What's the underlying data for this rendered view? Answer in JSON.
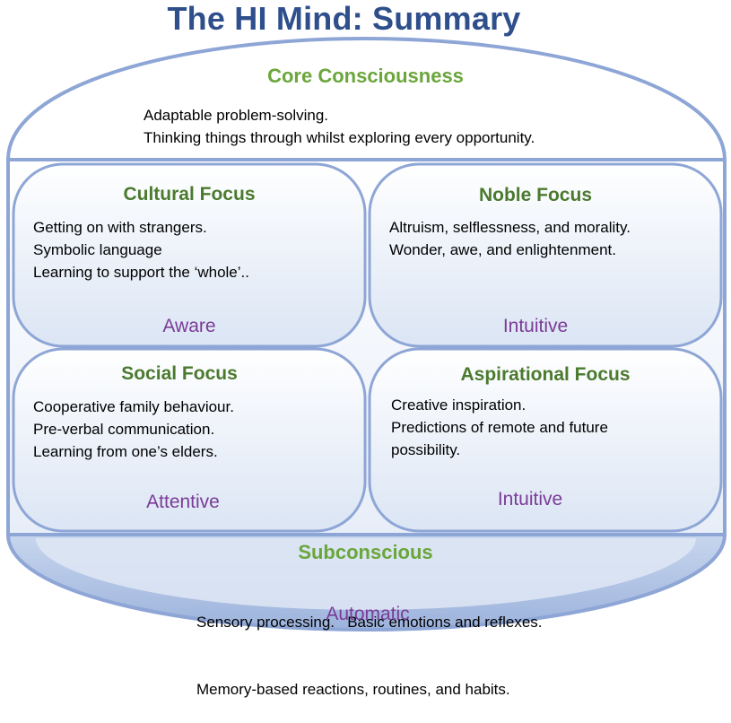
{
  "title": "The HI Mind: Summary",
  "core": {
    "heading": "Core Consciousness",
    "lines": [
      "Adaptable problem-solving.",
      "Thinking things through whilst exploring every opportunity."
    ]
  },
  "cultural": {
    "heading": "Cultural Focus",
    "lines": [
      "Getting on with strangers.",
      "Symbolic language",
      "Learning to support the ‘whole’.."
    ],
    "tag": "Aware"
  },
  "noble": {
    "heading": "Noble Focus",
    "lines": [
      "Altruism, selflessness, and morality.",
      "Wonder, awe, and enlightenment."
    ],
    "tag": "Intuitive"
  },
  "social": {
    "heading": "Social Focus",
    "lines": [
      "Cooperative family behaviour.",
      "Pre-verbal communication.",
      "Learning from one’s elders."
    ],
    "tag": "Attentive"
  },
  "aspirational": {
    "heading": "Aspirational Focus",
    "lines": [
      "Creative inspiration.",
      "Predictions of remote and future",
      "possibility."
    ],
    "tag": "Intuitive"
  },
  "subconscious": {
    "heading": "Subconscious",
    "lines": [
      "Sensory processing.   Basic emotions and reflexes.",
      "Memory-based reactions, routines, and habits."
    ],
    "tag": "Automatic"
  },
  "colors": {
    "title": "#2e4f8c",
    "section_heading": "#6aa63a",
    "box_heading": "#4b7a2e",
    "tag": "#7a3c96",
    "outline": "#8ea6d6",
    "bottom_fill": "#a7bde3"
  }
}
